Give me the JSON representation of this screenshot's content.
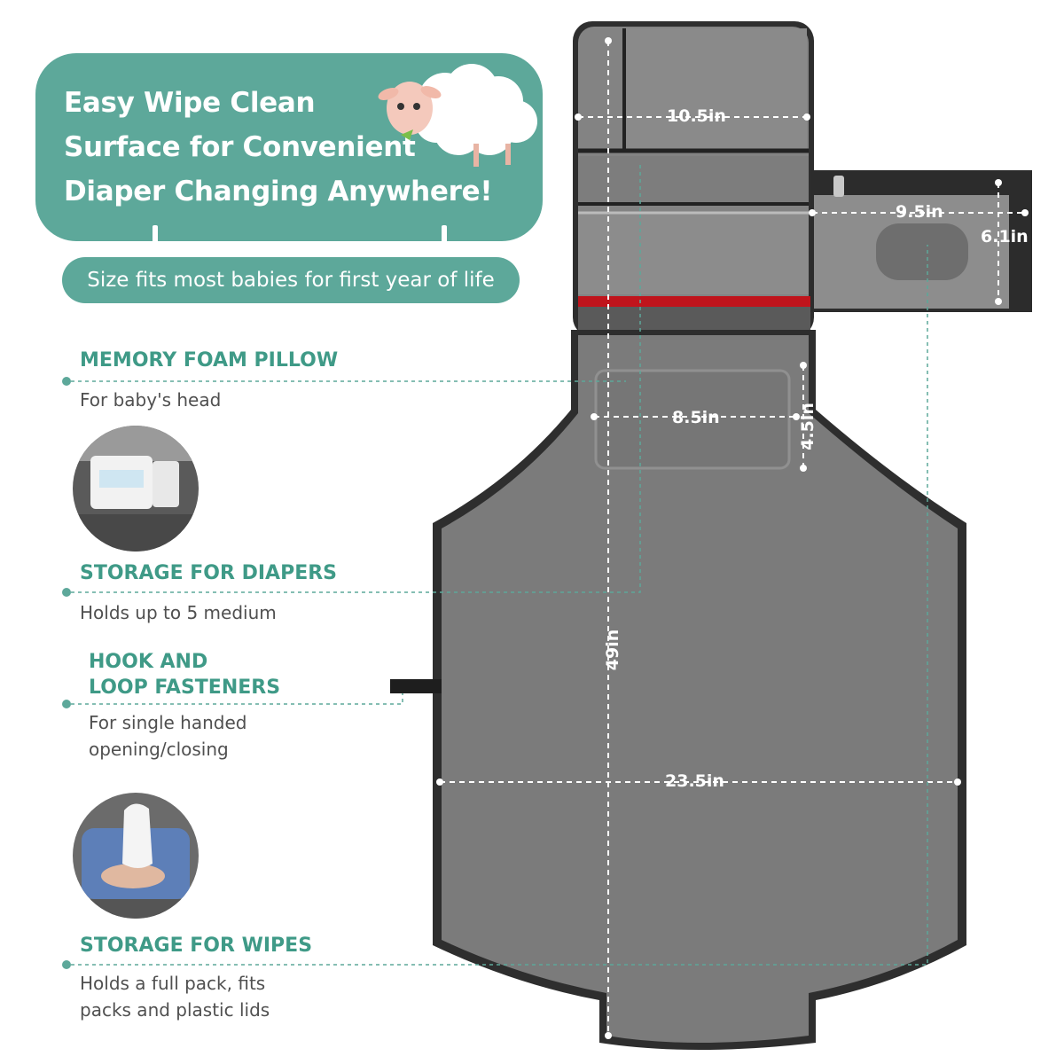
{
  "banner": {
    "line1": "Easy Wipe Clean",
    "line2": "Surface for Convenient",
    "line3": "Diaper Changing Anywhere!",
    "subline": "Size fits most babies for first year of life"
  },
  "features": [
    {
      "title": "MEMORY FOAM PILLOW",
      "desc": [
        "For baby's head"
      ]
    },
    {
      "title": "STORAGE FOR DIAPERS",
      "desc": [
        "Holds up to 5 medium"
      ]
    },
    {
      "title": [
        "HOOK AND",
        "LOOP FASTENERS"
      ],
      "desc": [
        "For single handed",
        "opening/closing"
      ]
    },
    {
      "title": "STORAGE FOR WIPES",
      "desc": [
        "Holds a full pack, fits",
        "packs and plastic lids"
      ]
    }
  ],
  "measurements": {
    "top_width": "10.5in",
    "wipes_width": "9.5in",
    "wipes_height": "6.1in",
    "pillow_width": "8.5in",
    "pillow_height": "4.5in",
    "length": "49in",
    "mat_width": "23.5in"
  },
  "icons": [
    "sheep-icon",
    "diaper-photo",
    "wipes-photo"
  ],
  "colors": {
    "accent": "#5da89a",
    "heading": "#3f9a87",
    "mat": "#7b7b7b",
    "zipper": "#c0141c"
  }
}
